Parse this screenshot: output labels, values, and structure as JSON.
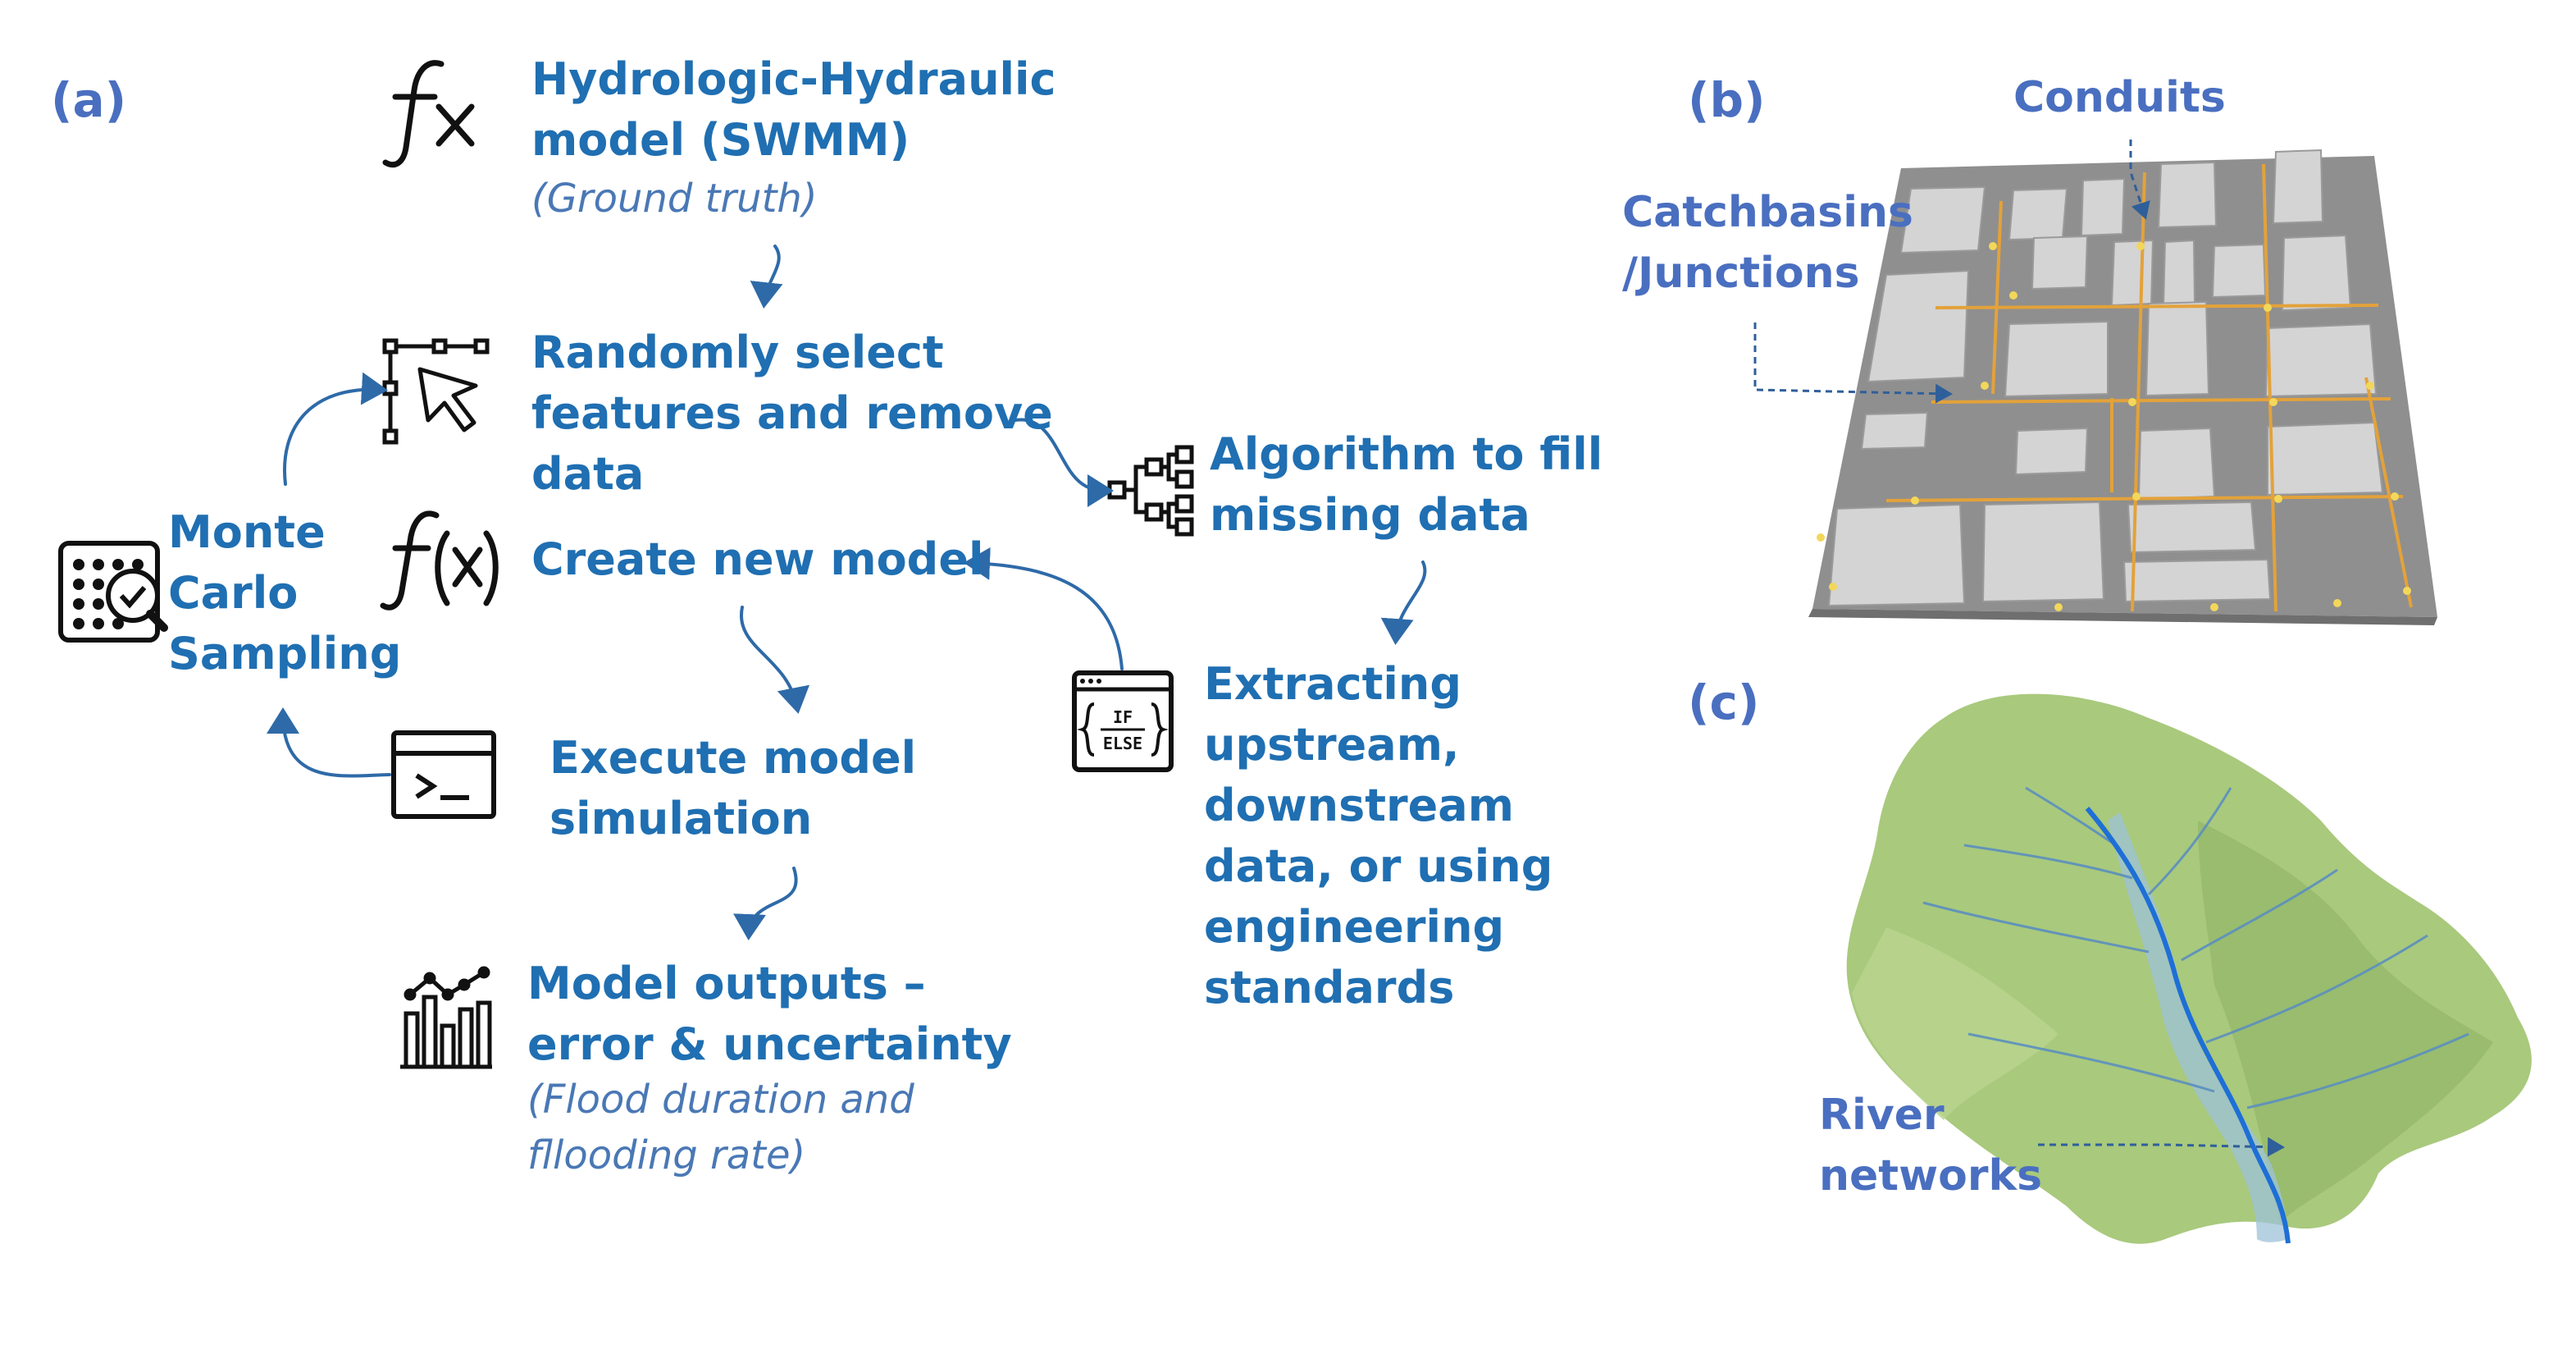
{
  "panel_a": {
    "label": "(a)",
    "swmm": {
      "title": [
        "Hydrologic-Hydraulic",
        "model (SWMM)"
      ],
      "note": "(Ground truth)"
    },
    "select": [
      "Randomly select",
      "features and remove",
      "data"
    ],
    "create": "Create new model",
    "execute": [
      "Execute model",
      "simulation"
    ],
    "outputs": {
      "title": [
        "Model outputs –",
        "error & uncertainty"
      ],
      "note": [
        "(Flood duration and",
        "fllooding rate)"
      ]
    },
    "monte_carlo": [
      "Monte",
      "Carlo",
      "Sampling"
    ],
    "algorithm": [
      "Algorithm to fill",
      "missing data"
    ],
    "extracting": [
      "Extracting",
      "upstream,",
      "downstream",
      "data, or using",
      "engineering",
      "standards"
    ],
    "if_else_icon_text": [
      "IF",
      "ELSE"
    ]
  },
  "panel_b": {
    "label": "(b)",
    "conduits": "Conduits",
    "catchbasins": [
      "Catchbasins",
      "/Junctions"
    ]
  },
  "panel_c": {
    "label": "(c)",
    "river": [
      "River",
      "networks"
    ]
  },
  "colors": {
    "text": "#1f6fb2",
    "label": "#4a6fc0",
    "arrow": "#2e6aa8",
    "terrain": "#a9c97d",
    "river": "#1e6fd6",
    "conduit": "#e3a23a"
  }
}
